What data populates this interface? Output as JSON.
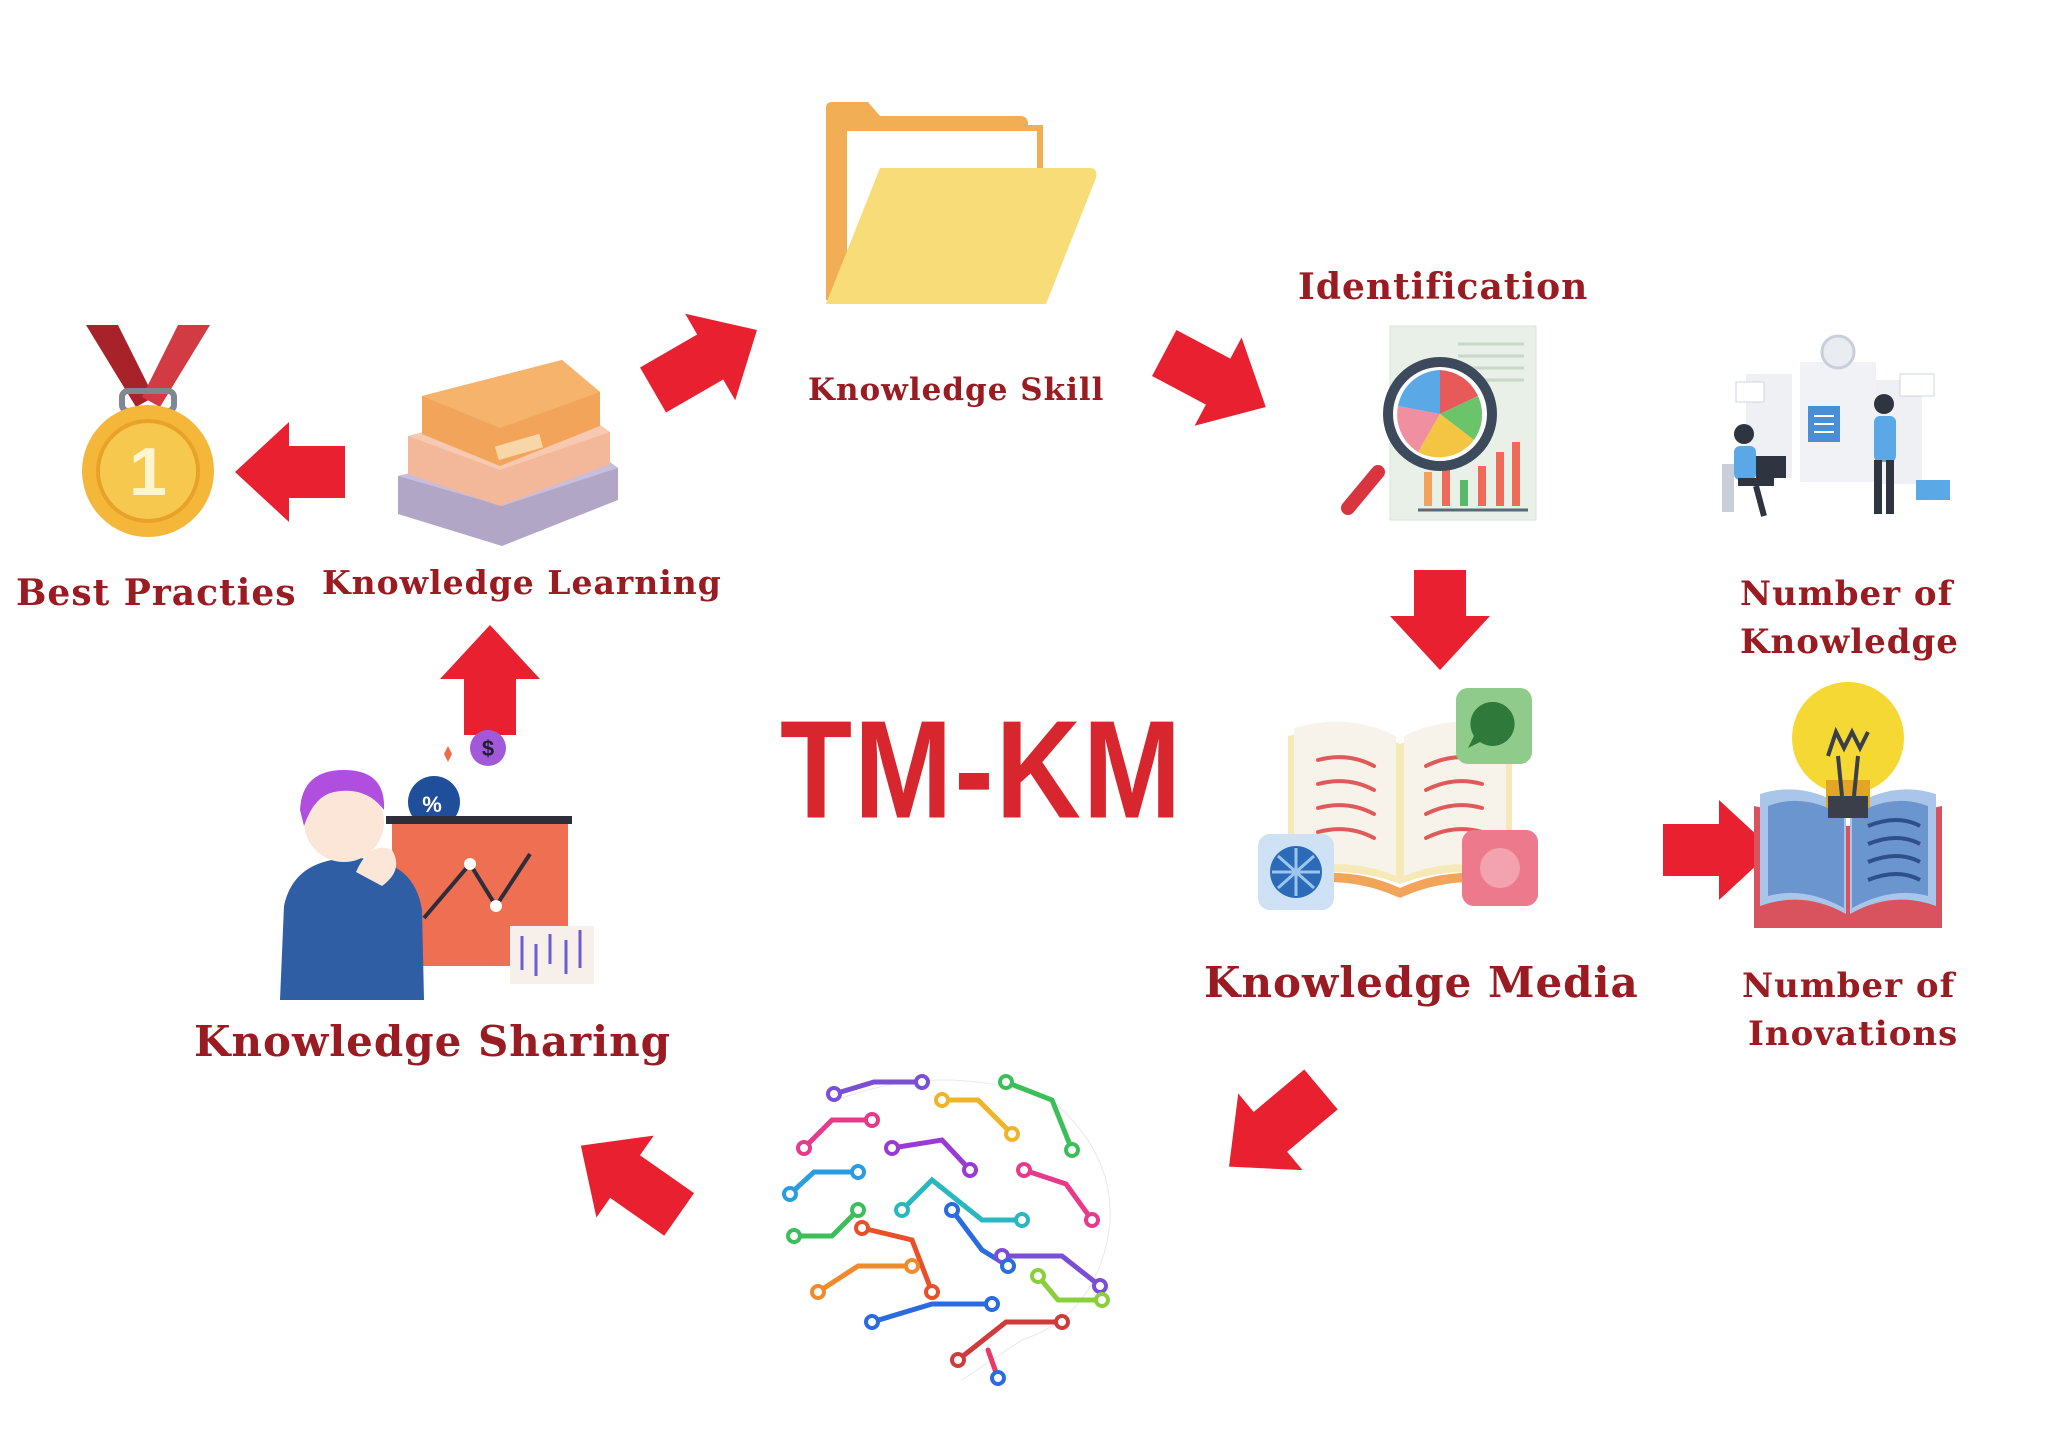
{
  "center_title": "TM-KM",
  "labels": {
    "knowledge_skill": "Knowledge Skill",
    "identification": "Identification",
    "best_practices": "Best Practies",
    "knowledge_learning": "Knowledge Learning",
    "number_of_knowledge_line1": "Number of",
    "number_of_knowledge_line2": "Knowledge",
    "knowledge_media": "Knowledge Media",
    "number_of_innovations_line1": "Number of",
    "number_of_innovations_line2": "Inovations",
    "knowledge_sharing": "Knowledge Sharing"
  },
  "medal_number": "1",
  "chip_dollar": "$",
  "chip_percent": "%",
  "colors": {
    "label": "#9b1b22",
    "arrow": "#e8202f",
    "title": "#d8262e"
  }
}
